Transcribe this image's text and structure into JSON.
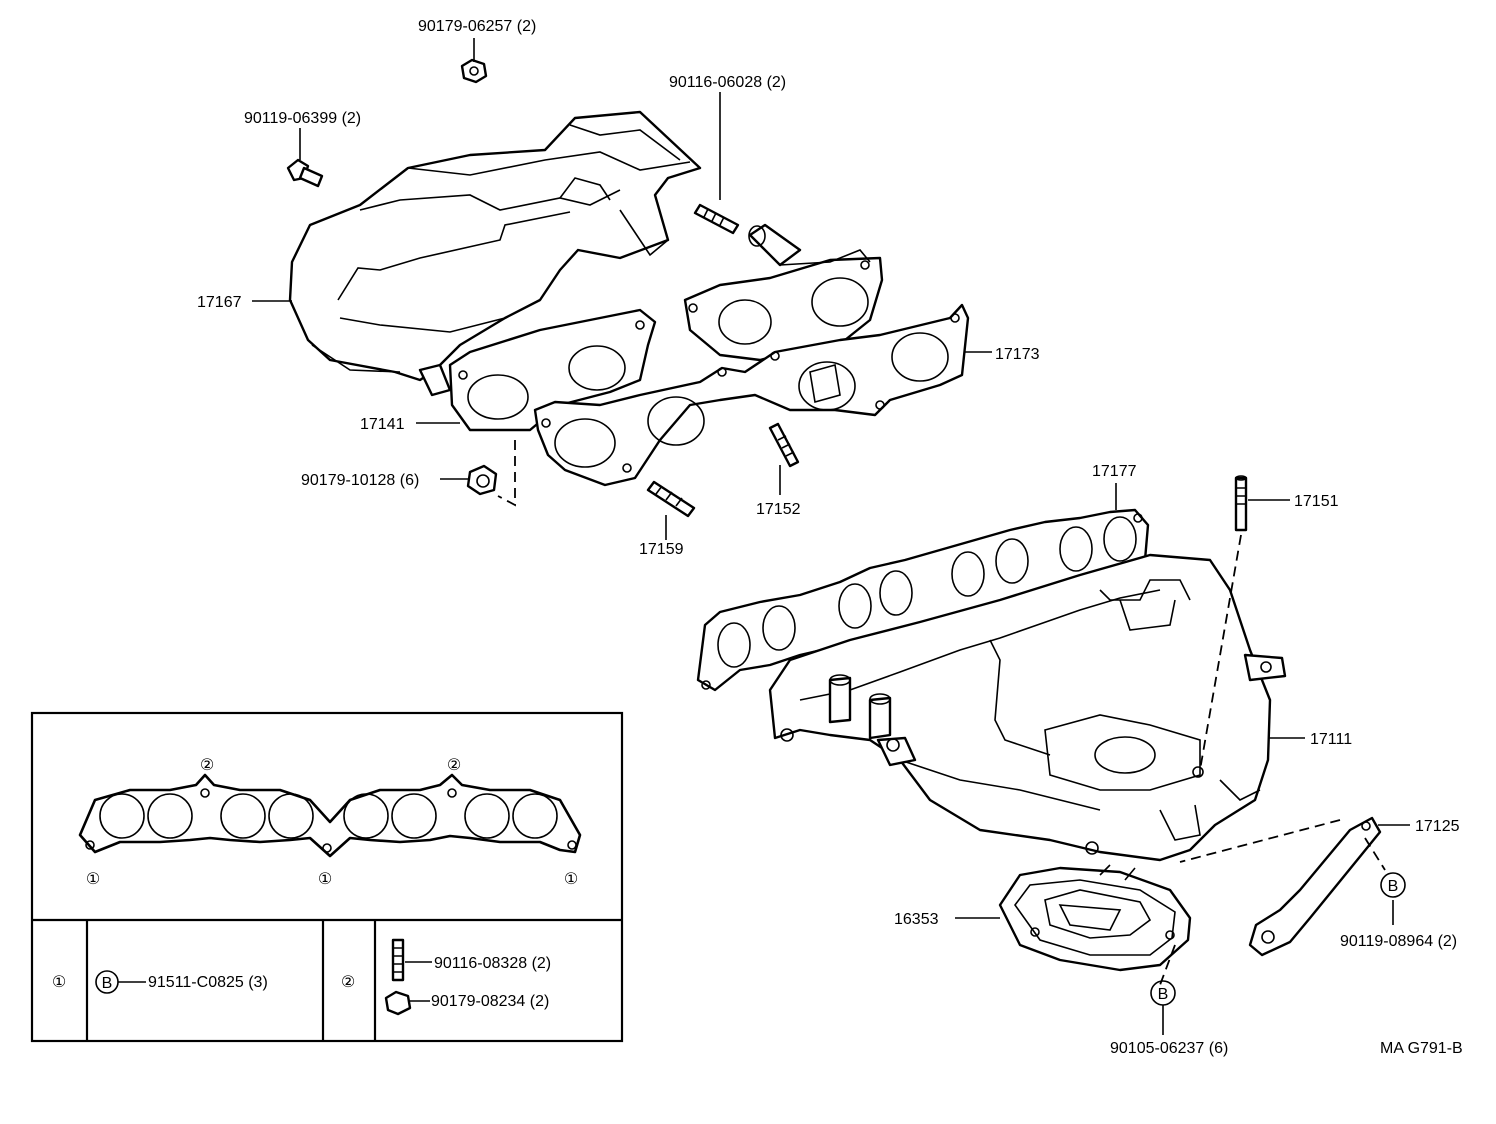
{
  "diagram": {
    "drawing_code": "MA G791-B",
    "parts": [
      {
        "id": "p_90179_06257",
        "label": "90179-06257 (2)"
      },
      {
        "id": "p_90116_06028",
        "label": "90116-06028 (2)"
      },
      {
        "id": "p_90119_06399",
        "label": "90119-06399 (2)"
      },
      {
        "id": "p_17167",
        "label": "17167"
      },
      {
        "id": "p_17173",
        "label": "17173"
      },
      {
        "id": "p_17141",
        "label": "17141"
      },
      {
        "id": "p_90179_10128",
        "label": "90179-10128 (6)"
      },
      {
        "id": "p_17152",
        "label": "17152"
      },
      {
        "id": "p_17159",
        "label": "17159"
      },
      {
        "id": "p_17177",
        "label": "17177"
      },
      {
        "id": "p_17151",
        "label": "17151"
      },
      {
        "id": "p_17111",
        "label": "17111"
      },
      {
        "id": "p_17125",
        "label": "17125"
      },
      {
        "id": "p_90119_08964",
        "label": "90119-08964 (2)"
      },
      {
        "id": "p_16353",
        "label": "16353"
      },
      {
        "id": "p_90105_06237",
        "label": "90105-06237 (6)"
      }
    ],
    "callout_b": "B",
    "inset": {
      "marker_1": "①",
      "marker_2": "②",
      "row_1_part": "91511-C0825 (3)",
      "row_2_parts": [
        "90116-08328 (2)",
        "90179-08234 (2)"
      ]
    }
  }
}
